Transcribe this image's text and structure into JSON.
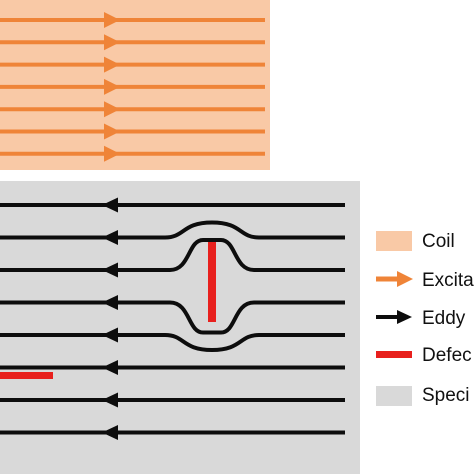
{
  "diagram": {
    "colors": {
      "coil_fill": "#f9c9a6",
      "excitation_current": "#ef8438",
      "eddy_current": "#0d0d0d",
      "defect": "#e8201d",
      "specimen_fill": "#d9d9d9"
    },
    "coil_region": {
      "current_lines": 7,
      "current_direction": "right"
    },
    "specimen_region": {
      "current_lines": 8,
      "current_direction": "left",
      "defects": [
        {
          "orientation": "vertical",
          "disturbs_eddy_current": true
        },
        {
          "orientation": "horizontal",
          "disturbs_eddy_current": false
        }
      ]
    },
    "legend": {
      "items": [
        {
          "label": "Coil",
          "symbol": "coil-swatch"
        },
        {
          "label": "Excita",
          "symbol": "orange-arrow"
        },
        {
          "label": "Eddy",
          "symbol": "black-arrow"
        },
        {
          "label": "Defec",
          "symbol": "red-bar"
        },
        {
          "label": "Speci",
          "symbol": "specimen-swatch"
        }
      ]
    }
  }
}
